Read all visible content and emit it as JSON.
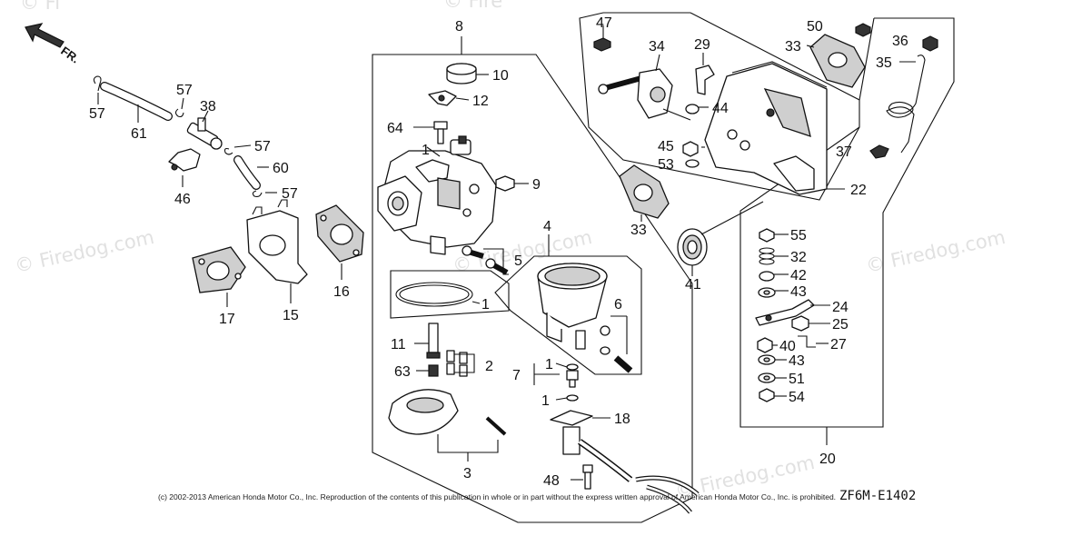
{
  "watermarks": [
    "© Fi",
    "© Fire",
    "© Firedog.com",
    "© Firedog.com",
    "© Firedog.com",
    "© Firedog.com"
  ],
  "direction_label": "FR.",
  "callouts": [
    {
      "id": "c8",
      "text": "8"
    },
    {
      "id": "c10",
      "text": "10"
    },
    {
      "id": "c12",
      "text": "12"
    },
    {
      "id": "c64",
      "text": "64"
    },
    {
      "id": "c1a",
      "text": "1"
    },
    {
      "id": "c9",
      "text": "9"
    },
    {
      "id": "c4",
      "text": "4"
    },
    {
      "id": "c5",
      "text": "5"
    },
    {
      "id": "c1b",
      "text": "1"
    },
    {
      "id": "c6",
      "text": "6"
    },
    {
      "id": "c11",
      "text": "11"
    },
    {
      "id": "c2",
      "text": "2"
    },
    {
      "id": "c63",
      "text": "63"
    },
    {
      "id": "c7",
      "text": "7"
    },
    {
      "id": "c1c",
      "text": "1"
    },
    {
      "id": "c1d",
      "text": "1"
    },
    {
      "id": "c3",
      "text": "3"
    },
    {
      "id": "c18",
      "text": "18"
    },
    {
      "id": "c48",
      "text": "48"
    },
    {
      "id": "c57a",
      "text": "57"
    },
    {
      "id": "c57b",
      "text": "57"
    },
    {
      "id": "c57c",
      "text": "57"
    },
    {
      "id": "c57d",
      "text": "57"
    },
    {
      "id": "c61",
      "text": "61"
    },
    {
      "id": "c38",
      "text": "38"
    },
    {
      "id": "c60",
      "text": "60"
    },
    {
      "id": "c46",
      "text": "46"
    },
    {
      "id": "c17",
      "text": "17"
    },
    {
      "id": "c15",
      "text": "15"
    },
    {
      "id": "c16",
      "text": "16"
    },
    {
      "id": "c47",
      "text": "47"
    },
    {
      "id": "c34",
      "text": "34"
    },
    {
      "id": "c29",
      "text": "29"
    },
    {
      "id": "c44",
      "text": "44"
    },
    {
      "id": "c45",
      "text": "45"
    },
    {
      "id": "c53",
      "text": "53"
    },
    {
      "id": "c50",
      "text": "50"
    },
    {
      "id": "c33a",
      "text": "33"
    },
    {
      "id": "c36",
      "text": "36"
    },
    {
      "id": "c35",
      "text": "35"
    },
    {
      "id": "c37",
      "text": "37"
    },
    {
      "id": "c22",
      "text": "22"
    },
    {
      "id": "c33b",
      "text": "33"
    },
    {
      "id": "c41",
      "text": "41"
    },
    {
      "id": "c55",
      "text": "55"
    },
    {
      "id": "c32",
      "text": "32"
    },
    {
      "id": "c42",
      "text": "42"
    },
    {
      "id": "c43a",
      "text": "43"
    },
    {
      "id": "c24",
      "text": "24"
    },
    {
      "id": "c25",
      "text": "25"
    },
    {
      "id": "c40",
      "text": "40"
    },
    {
      "id": "c27",
      "text": "27"
    },
    {
      "id": "c43b",
      "text": "43"
    },
    {
      "id": "c51",
      "text": "51"
    },
    {
      "id": "c54",
      "text": "54"
    },
    {
      "id": "c20",
      "text": "20"
    }
  ],
  "copyright": "(c) 2002-2013 American Honda Motor Co., Inc. Reproduction of the contents of this publication in whole or in part without the express written approval of American Honda Motor Co., Inc. is prohibited.",
  "diagram_code": "ZF6M-E1402"
}
